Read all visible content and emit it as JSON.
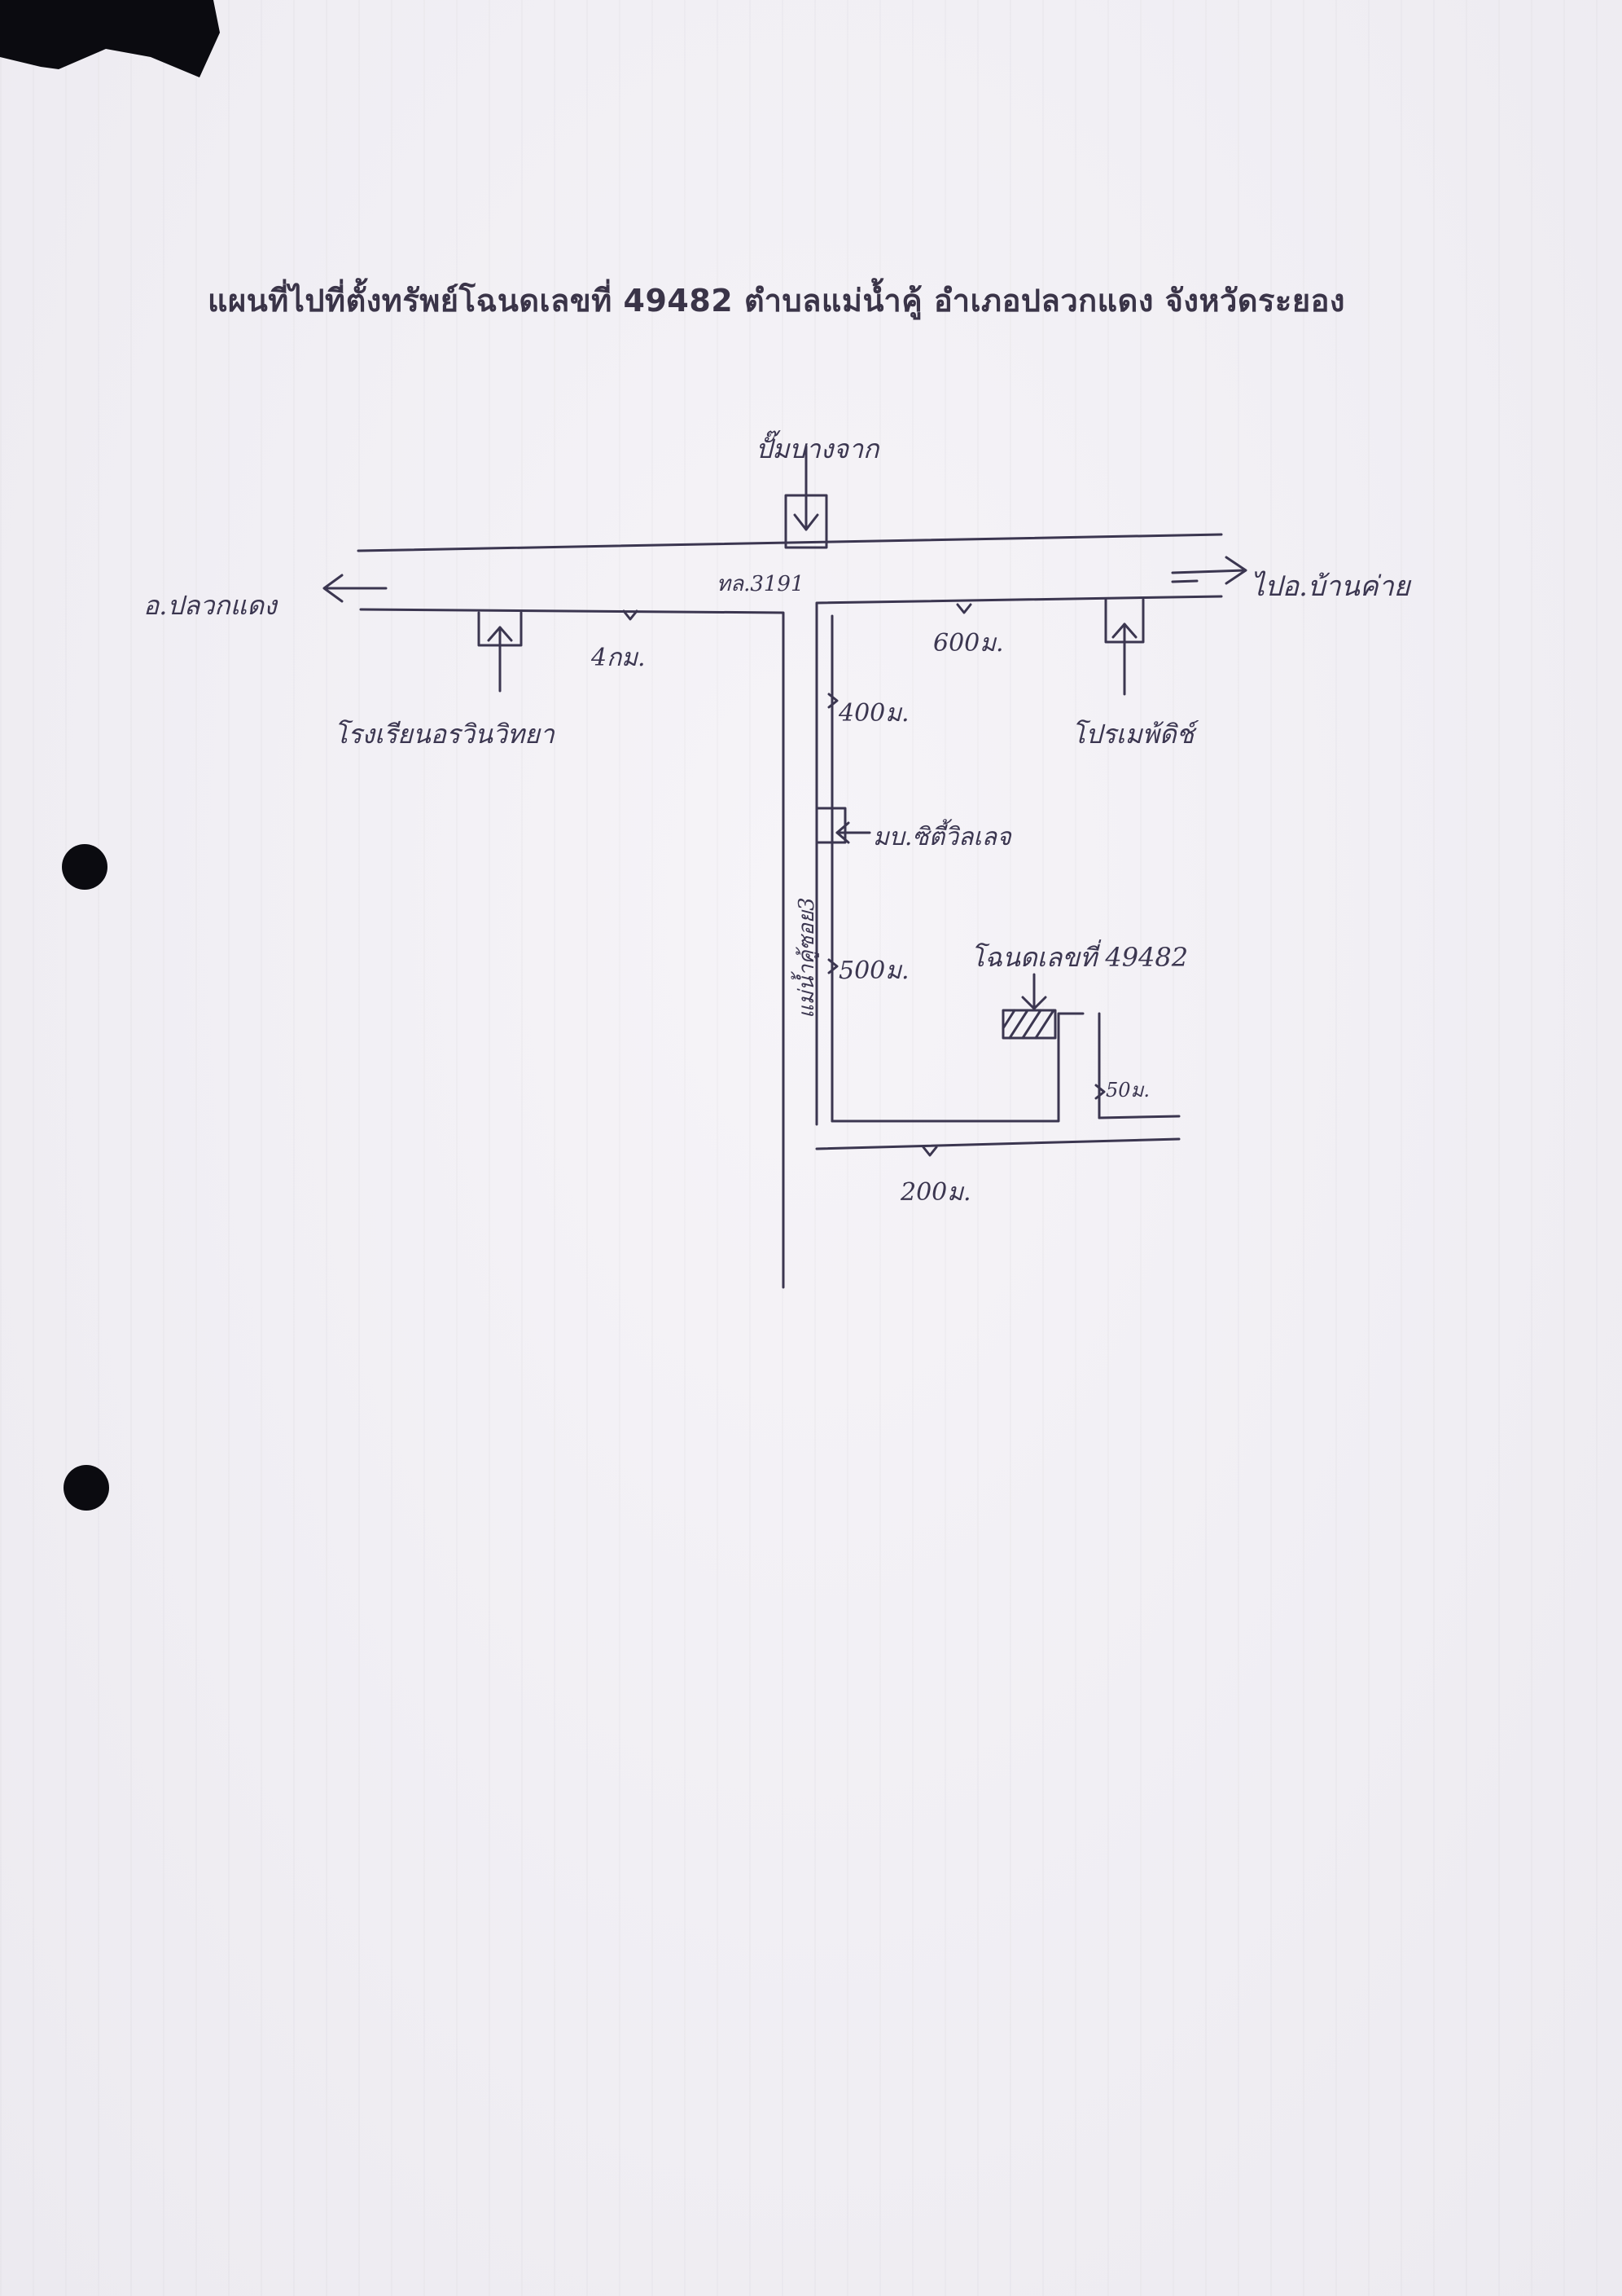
{
  "title": "แผนที่ไปที่ตั้งทรัพย์โฉนดเลขที่ 49482 ตำบลแม่น้ำคู้ อำเภอปลวกแดง จังหวัดระยอง",
  "labels": {
    "gas_station": "ปั๊มบางจาก",
    "highway": "ทล.3191",
    "to_pluak_daeng": "อ.ปลวกแดง",
    "to_ban_khai": "ไปอ.บ้านค่าย",
    "dist_4km": "4กม.",
    "dist_600m": "600ม.",
    "dist_400m": "400ม.",
    "dist_500m": "500ม.",
    "dist_200m": "200ม.",
    "dist_50m": "50ม.",
    "school": "โรงเรียนอรวินวิทยา",
    "company": "โปรเมพ้ดิช์",
    "village": "มบ.ซิตี้วิลเลจ",
    "side_road": "แม่น้ำคู้ซอย3",
    "deed": "โฉนดเลขที่ 49482"
  },
  "colors": {
    "ink": "#3b3650",
    "title": "#3a3448",
    "paper": "#f1eff4"
  },
  "icons": {
    "arrow_left": "arrow-left-icon",
    "arrow_right": "arrow-right-icon",
    "arrow_down": "arrow-down-icon",
    "arrow_up": "arrow-up-icon"
  }
}
